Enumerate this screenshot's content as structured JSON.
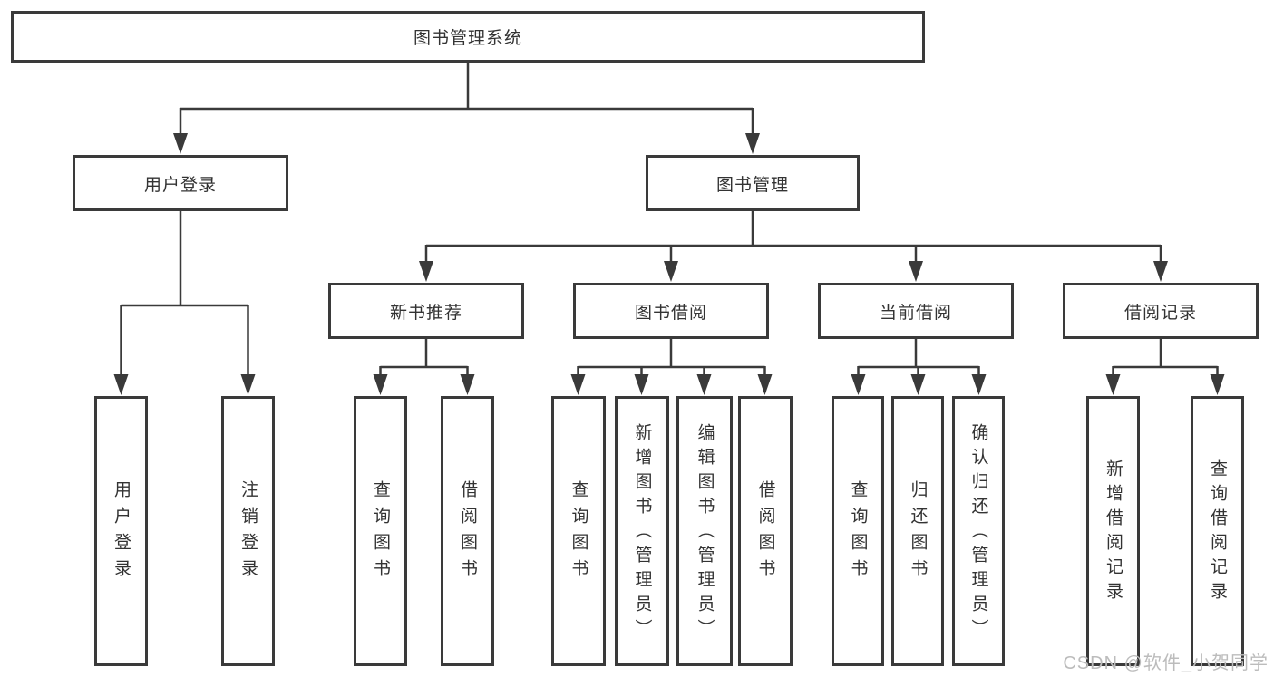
{
  "diagram": {
    "root": {
      "label": "图书管理系统"
    },
    "level2": [
      {
        "label": "用户登录"
      },
      {
        "label": "图书管理"
      }
    ],
    "level3": [
      {
        "label": "新书推荐"
      },
      {
        "label": "图书借阅"
      },
      {
        "label": "当前借阅"
      },
      {
        "label": "借阅记录"
      }
    ],
    "leaves": {
      "user_login": [
        "用户登录",
        "注销登录"
      ],
      "new_book_recommend": [
        "查询图书",
        "借阅图书"
      ],
      "book_borrow": [
        "查询图书",
        "新增图书（管理员）",
        "编辑图书（管理员）",
        "借阅图书"
      ],
      "current_borrow": [
        "查询图书",
        "归还图书",
        "确认归还（管理员）"
      ],
      "borrow_records": [
        "新增借阅记录",
        "查询借阅记录"
      ]
    }
  },
  "watermark": {
    "text": "CSDN @软件_小贺同学"
  },
  "colors": {
    "line": "#3a3a3a",
    "text": "#333333",
    "background": "#ffffff",
    "watermark": "#bcbcbc"
  }
}
